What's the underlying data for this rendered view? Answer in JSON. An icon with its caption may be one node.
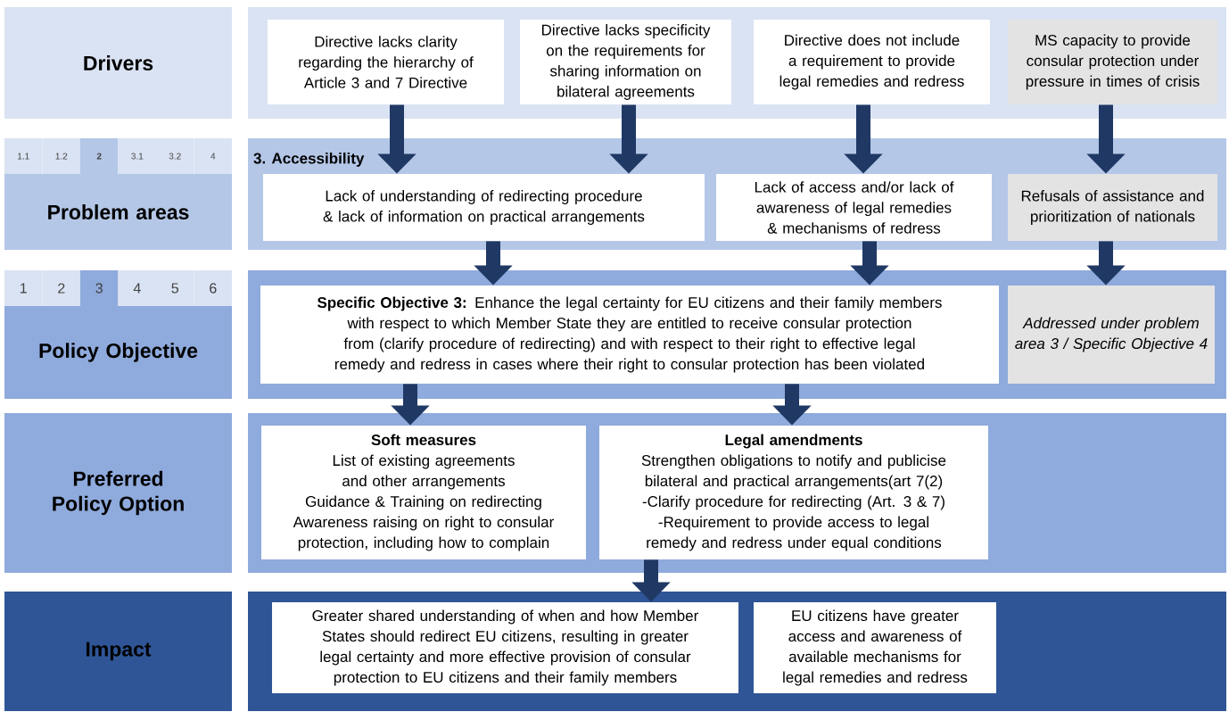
{
  "diagram": {
    "nodes": [
      {
        "text": [
          "Drivers"
        ]
      },
      {
        "text": [],
        "shape": "box"
      },
      {
        "text": [
          "Directive lacks clarity regarding the hierarchy of Article 3 and 7 Directive"
        ],
        "in": 1
      },
      {
        "text": [
          "Directive lacks specificity on the requirements for sharing information on bilateral agreements"
        ],
        "in": 1
      },
      {
        "text": [
          "Directive does not include a requirement to provide legal remedies and redress"
        ],
        "in": 1
      },
      {
        "text": [
          "MS capacity to provide consular protection under pressure in times of crisis"
        ],
        "in": 1
      },
      {
        "text": [
          "Problem areas"
        ]
      },
      {
        "text": [
          "3. Accessibility"
        ]
      },
      {
        "text": [
          "Lack of understanding of redirecting procedure & lack of information on practical arrangements"
        ],
        "in": 7
      },
      {
        "text": [
          "Lack of access and/or lack of awareness of legal remedies & mechanisms of redress"
        ],
        "in": 7
      },
      {
        "text": [
          "Refusals of assistance and prioritization of nationals"
        ],
        "in": 7
      },
      {
        "text": [
          "Policy Objective"
        ]
      },
      {
        "text": [],
        "shape": "box"
      },
      {
        "text": [
          "**Specific Objective 3:** Enhance the legal certainty for EU citizens and their family members with respect to which Member State they are entitled to receive consular protection from (clarify procedure of redirecting) and with respect to their right to effective legal remedy and redress in cases where their right to consular protection has been violated"
        ],
        "in": 12
      },
      {
        "text": [
          "Addressed under problem area 3 / Specific Objective 4"
        ],
        "in": 12
      },
      {
        "text": [
          "Preferred Policy Option"
        ]
      },
      {
        "text": [],
        "shape": "box"
      },
      {
        "text": [
          "Soft measures",
          "List of existing agreements and other arrangements",
          "Guidance & Training on redirecting",
          "Awareness raising on right to consular protection, including how to complain"
        ],
        "in": 16
      },
      {
        "text": [
          "Legal amendments",
          "Strengthen obligations to notify and publicise bilateral and practical arrangements(art 7(2)",
          "-Clarify procedure for redirecting (Art. 3 & 7)",
          "-Requirement to provide access to legal remedy and redress under equal conditions"
        ],
        "in": 16
      },
      {
        "text": [
          "Impact"
        ]
      },
      {
        "text": [],
        "shape": "box"
      },
      {
        "text": [
          "Greater shared understanding of when and how Member States should redirect EU citizens, resulting in greater legal certainty and more effective provision of consular protection to EU citizens and their family members"
        ],
        "in": 20
      },
      {
        "text": [
          "EU citizens have greater access and awareness of available mechanisms for legal remedies and redress"
        ],
        "in": 20
      }
    ],
    "edges": [
      {
        "from": 2,
        "to": 8,
        "arrow": "to"
      },
      {
        "from": 3,
        "to": 8,
        "arrow": "to"
      },
      {
        "from": 4,
        "to": 9,
        "arrow": "to"
      },
      {
        "from": 5,
        "to": 10,
        "arrow": "to"
      },
      {
        "from": 8,
        "to": 13,
        "arrow": "to"
      },
      {
        "from": 9,
        "to": 13,
        "arrow": "to"
      },
      {
        "from": 10,
        "to": 14,
        "arrow": "to"
      },
      {
        "from": 13,
        "to": 17,
        "arrow": "to"
      },
      {
        "from": 13,
        "to": 18,
        "arrow": "to"
      },
      {
        "from": 18,
        "to": 21,
        "arrow": "to"
      }
    ],
    "labels": [
      "1.1",
      "1.2",
      "2",
      "3.1",
      "3.2",
      "4",
      "1",
      "2",
      "3",
      "4",
      "5",
      "6"
    ]
  }
}
